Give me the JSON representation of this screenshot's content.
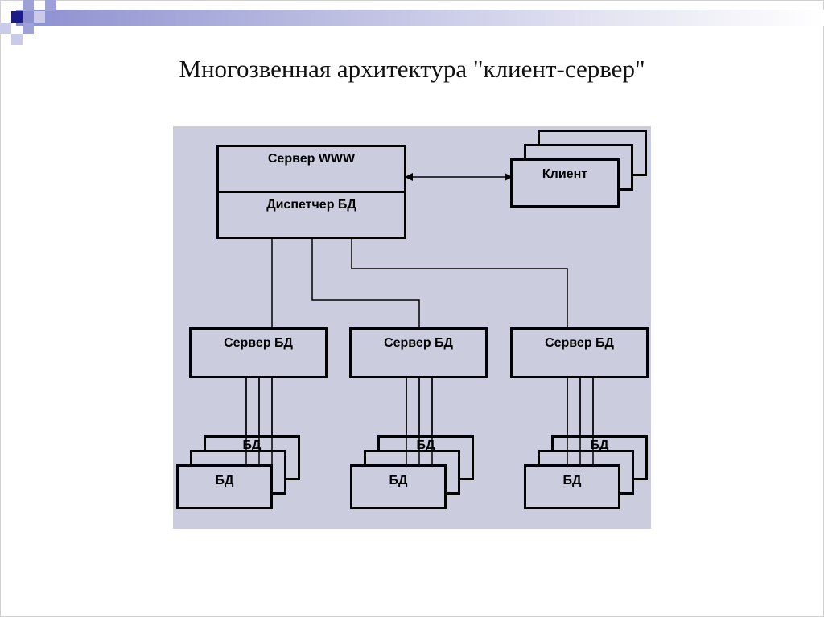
{
  "slide": {
    "title": "Многозвенная архитектура \"клиент-сервер\""
  },
  "diagram": {
    "www_server": "Сервер WWW",
    "db_dispatcher": "Диспетчер БД",
    "client": "Клиент",
    "db_servers": [
      "Сервер БД",
      "Сервер БД",
      "Сервер БД"
    ],
    "db": "БД"
  }
}
